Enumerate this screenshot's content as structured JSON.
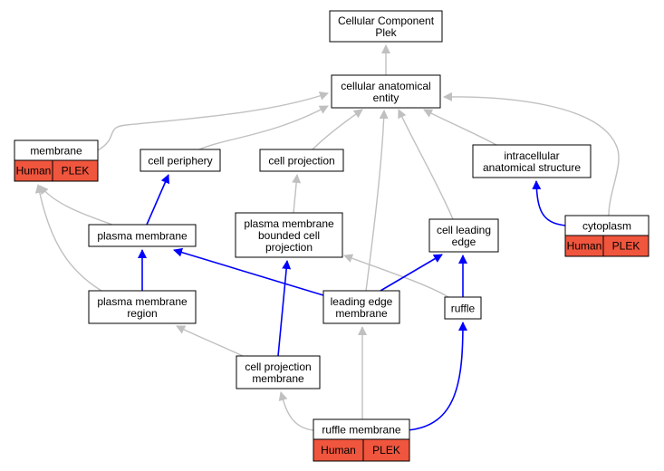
{
  "graph": {
    "nodes": [
      {
        "id": "cc",
        "lines": [
          "Cellular Component",
          "Plek"
        ]
      },
      {
        "id": "cae",
        "lines": [
          "cellular anatomical",
          "entity"
        ]
      },
      {
        "id": "membrane",
        "lines": [
          "membrane"
        ],
        "badge": [
          "Human",
          "PLEK"
        ]
      },
      {
        "id": "cell_periphery",
        "lines": [
          "cell periphery"
        ]
      },
      {
        "id": "cell_projection",
        "lines": [
          "cell projection"
        ]
      },
      {
        "id": "ias",
        "lines": [
          "intracellular",
          "anatomical structure"
        ]
      },
      {
        "id": "plasma_membrane",
        "lines": [
          "plasma membrane"
        ]
      },
      {
        "id": "pmbcp",
        "lines": [
          "plasma membrane",
          "bounded cell",
          "projection"
        ]
      },
      {
        "id": "cell_leading_edge",
        "lines": [
          "cell leading",
          "edge"
        ]
      },
      {
        "id": "cytoplasm",
        "lines": [
          "cytoplasm"
        ],
        "badge": [
          "Human",
          "PLEK"
        ]
      },
      {
        "id": "pm_region",
        "lines": [
          "plasma membrane",
          "region"
        ]
      },
      {
        "id": "lem",
        "lines": [
          "leading edge",
          "membrane"
        ]
      },
      {
        "id": "ruffle",
        "lines": [
          "ruffle"
        ]
      },
      {
        "id": "cpm",
        "lines": [
          "cell projection",
          "membrane"
        ]
      },
      {
        "id": "ruffle_membrane",
        "lines": [
          "ruffle membrane"
        ],
        "badge": [
          "Human",
          "PLEK"
        ]
      }
    ],
    "edges": [
      {
        "from": "cae",
        "to": "cc",
        "kind": "gray"
      },
      {
        "from": "membrane",
        "to": "cae",
        "kind": "gray"
      },
      {
        "from": "cell_periphery",
        "to": "cae",
        "kind": "gray"
      },
      {
        "from": "cell_projection",
        "to": "cae",
        "kind": "gray"
      },
      {
        "from": "lem",
        "to": "cae",
        "kind": "gray"
      },
      {
        "from": "cell_leading_edge",
        "to": "cae",
        "kind": "gray"
      },
      {
        "from": "ias",
        "to": "cae",
        "kind": "gray"
      },
      {
        "from": "cytoplasm",
        "to": "cae",
        "kind": "gray"
      },
      {
        "from": "plasma_membrane",
        "to": "membrane",
        "kind": "gray"
      },
      {
        "from": "pm_region",
        "to": "membrane",
        "kind": "gray"
      },
      {
        "from": "plasma_membrane",
        "to": "cell_periphery",
        "kind": "blue"
      },
      {
        "from": "pmbcp",
        "to": "cell_projection",
        "kind": "gray"
      },
      {
        "from": "cytoplasm",
        "to": "ias",
        "kind": "blue"
      },
      {
        "from": "pm_region",
        "to": "plasma_membrane",
        "kind": "blue"
      },
      {
        "from": "lem",
        "to": "plasma_membrane",
        "kind": "blue"
      },
      {
        "from": "ruffle",
        "to": "pmbcp",
        "kind": "gray"
      },
      {
        "from": "cpm",
        "to": "pmbcp",
        "kind": "blue"
      },
      {
        "from": "lem",
        "to": "cell_leading_edge",
        "kind": "blue"
      },
      {
        "from": "ruffle",
        "to": "cell_leading_edge",
        "kind": "blue"
      },
      {
        "from": "cpm",
        "to": "pm_region",
        "kind": "gray"
      },
      {
        "from": "ruffle_membrane",
        "to": "lem",
        "kind": "gray"
      },
      {
        "from": "ruffle_membrane",
        "to": "ruffle",
        "kind": "blue"
      },
      {
        "from": "ruffle_membrane",
        "to": "cpm",
        "kind": "gray"
      }
    ]
  },
  "colors": {
    "gray_edge": "#c0c0c0",
    "blue_edge": "#0000ff",
    "badge_fill": "#f0553d",
    "node_fill": "#ffffff",
    "node_stroke": "#000000"
  }
}
